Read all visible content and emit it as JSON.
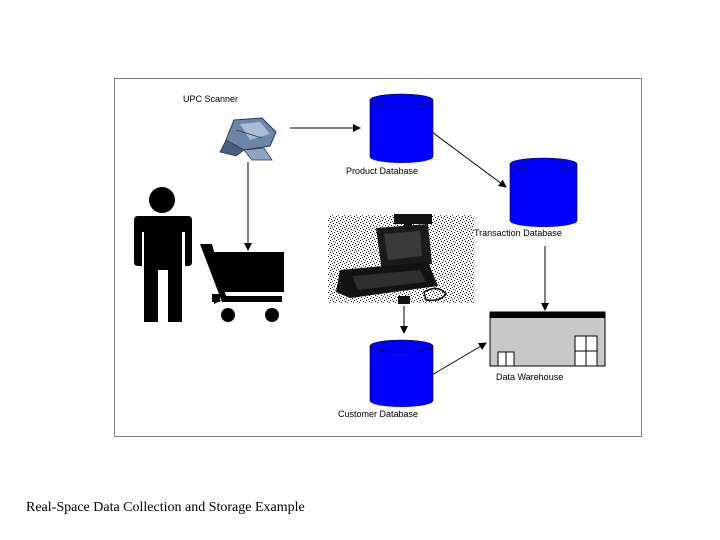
{
  "labels": {
    "upc_scanner": "UPC Scanner",
    "product_database": "Product Database",
    "transaction_database": "Transaction Database",
    "data_warehouse": "Data Warehouse",
    "customer_database": "Customer Database"
  },
  "caption": "Real-Space Data Collection and Storage Example",
  "colors": {
    "database": "#0000ff",
    "frame": "#7f7f7f",
    "warehouse_body": "#c8c8c8",
    "silhouette": "#000000"
  },
  "icons": [
    "barcode-scanner-icon",
    "person-icon",
    "shopping-cart-icon",
    "cash-register-icon",
    "database-icon",
    "warehouse-icon"
  ]
}
